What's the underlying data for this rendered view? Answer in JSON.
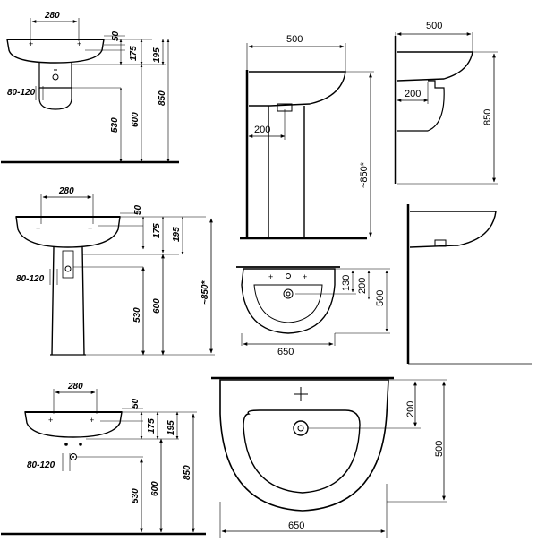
{
  "sheet": {
    "front_top": {
      "width_top": "280",
      "h_rim": "50",
      "h_175": "175",
      "h_195": "195",
      "waste": "80-120",
      "h_530": "530",
      "h_600": "600",
      "h_850": "850"
    },
    "side_pedestal": {
      "depth": "500",
      "outlet": "200",
      "height": "~850*"
    },
    "side_wall": {
      "depth": "500",
      "outlet": "200",
      "height": "850"
    },
    "front_middle": {
      "width_top": "280",
      "h_rim": "50",
      "h_175": "175",
      "h_195": "195",
      "waste": "80-120",
      "h_530": "530",
      "h_600": "600",
      "height": "~850*"
    },
    "plan_small": {
      "d_130": "130",
      "d_200": "200",
      "depth": "500",
      "width": "650"
    },
    "front_bottom": {
      "width_top": "280",
      "h_rim": "50",
      "h_175": "175",
      "h_195": "195",
      "waste": "80-120",
      "h_530": "530",
      "h_600": "600",
      "h_850": "850"
    },
    "plan_large": {
      "d_200": "200",
      "depth": "500",
      "width": "650"
    }
  }
}
